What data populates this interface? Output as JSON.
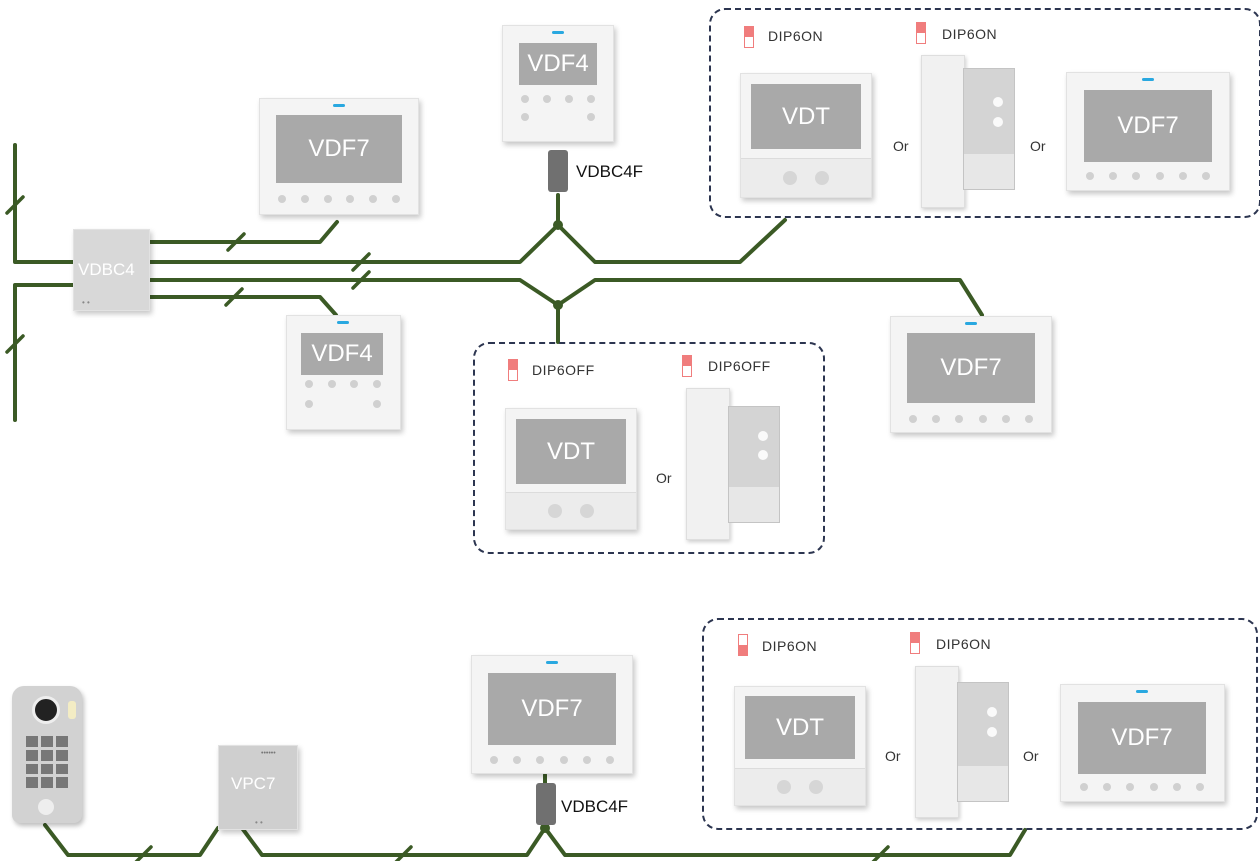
{
  "labels": {
    "vdf7": "VDF7",
    "vdf4": "VDF4",
    "vdt": "VDT",
    "vdbc4": "VDBC4",
    "vdbc4f": "VDBC4F",
    "vpc7": "VPC7",
    "or": "Or",
    "dip6_on": "DIP6ON",
    "dip6_off": "DIP6OFF"
  },
  "colors": {
    "wire": "#3b5a25",
    "box_border": "#2c3550",
    "dip_switch": "#f07d7d",
    "screen": "#a9a9a9",
    "led": "#29a8e0"
  }
}
